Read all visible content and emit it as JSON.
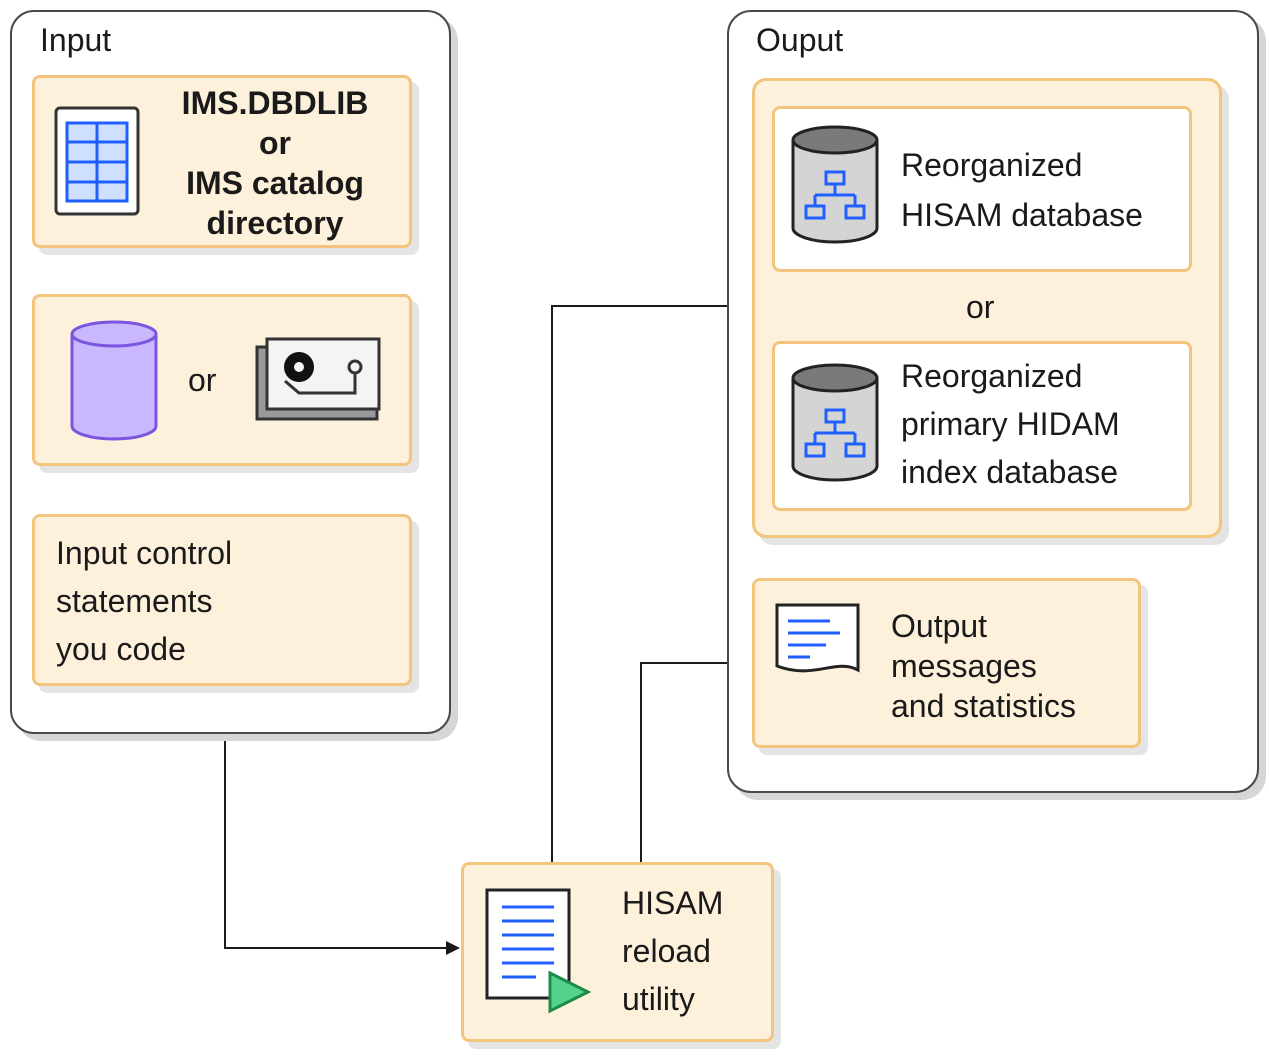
{
  "input_group": {
    "title": "Input",
    "dbdlib_box": {
      "lines": [
        "IMS.DBDLIB",
        "or",
        "IMS catalog",
        "directory"
      ]
    },
    "dataset_box": {
      "or_label": "or"
    },
    "control_box": {
      "lines": [
        "Input control",
        "statements",
        "you code"
      ]
    }
  },
  "output_group": {
    "title": "Ouput",
    "hisam_db": {
      "lines": [
        "Reorganized",
        "HISAM database"
      ]
    },
    "or_label": "or",
    "hidam_db": {
      "lines": [
        "Reorganized",
        "primary HIDAM",
        "index database"
      ]
    },
    "messages": {
      "lines": [
        "Output",
        "messages",
        "and statistics"
      ]
    }
  },
  "utility": {
    "lines": [
      "HISAM",
      "reload",
      "utility"
    ]
  },
  "icons": {
    "dbdlib": "table-grid-icon",
    "dasd": "disk-cylinder-icon",
    "tape": "tape-cartridge-icon",
    "database": "database-hierarchy-icon",
    "report": "document-report-icon",
    "program": "program-run-icon"
  },
  "colors": {
    "panel_fill": "#fdf1dc",
    "panel_border": "#f2c47e",
    "accent_blue": "#1f5fff",
    "cylinder_purple": "#c9b7ff",
    "run_green": "#54d38a"
  }
}
